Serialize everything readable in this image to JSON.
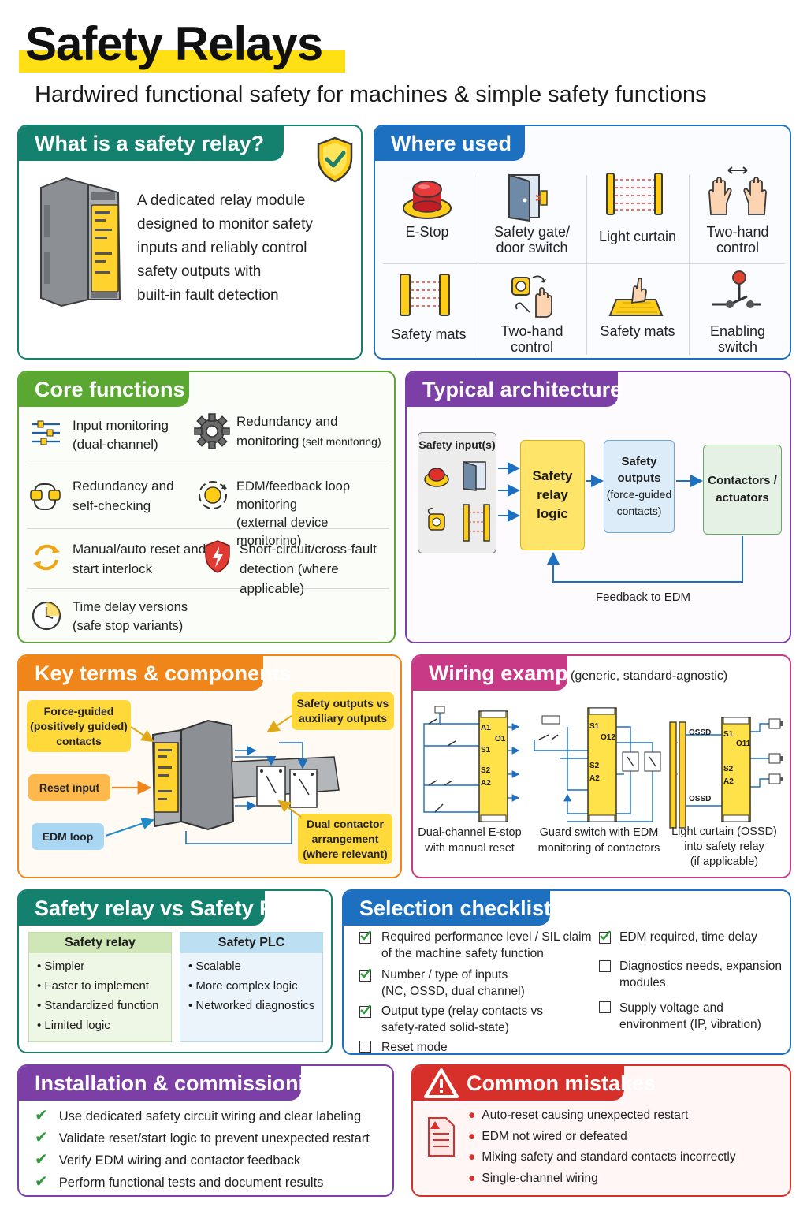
{
  "header": {
    "title": "Safety Relays",
    "subtitle": "Hardwired functional safety for machines & simple safety functions"
  },
  "what": {
    "title": "What is a safety relay?",
    "text": [
      "A dedicated relay module",
      "designed to monitor safety",
      "inputs and reliably control",
      "safety outputs with",
      "built-in fault detection"
    ]
  },
  "where": {
    "title": "Where used",
    "items": [
      "E-Stop",
      "Safety gate/",
      "door switch",
      "Light curtain",
      "Two-hand",
      "control",
      "Safety mats",
      "Two-hand",
      "control",
      "Safety mats",
      "Enabling",
      "switch"
    ]
  },
  "core": {
    "title": "Core functions",
    "items": [
      {
        "a": "Input monitoring",
        "b": "(dual-channel)"
      },
      {
        "a": "Redundancy and",
        "b": "monitoring",
        "c": " (self monitoring)"
      },
      {
        "a": "Redundancy and",
        "b": "self-checking"
      },
      {
        "a": "EDM/feedback loop monitoring",
        "b": "(external device monitoring)"
      },
      {
        "a": "Manual/auto reset and",
        "b": "start interlock"
      },
      {
        "a": "Short-circuit/cross-fault",
        "b": "detection (where applicable)"
      },
      {
        "a": "Time delay versions",
        "b": "(safe stop variants)"
      }
    ]
  },
  "arch": {
    "title": "Typical architecture",
    "inputs": "Safety input(s)",
    "logic": [
      "Safety",
      "relay",
      "logic"
    ],
    "outputs": [
      "Safety",
      "outputs",
      "(force-guided",
      "contacts)"
    ],
    "contactors": [
      "Contactors /",
      "actuators"
    ],
    "feedback": "Feedback to EDM"
  },
  "terms": {
    "title": "Key terms & components",
    "fg": [
      "Force-guided",
      "(positively guided)",
      "contacts"
    ],
    "reset": "Reset input",
    "edm": "EDM loop",
    "outputs": [
      "Safety outputs vs",
      "auxiliary outputs"
    ],
    "dual": [
      "Dual contactor",
      "arrangement",
      "(where relevant)"
    ]
  },
  "wiring": {
    "title": "Wiring examples",
    "note": "(generic, standard-agnostic)",
    "c1": [
      "Dual-channel E-stop",
      "with manual reset"
    ],
    "c2": [
      "Guard switch with EDM",
      "monitoring of contactors"
    ],
    "c3": [
      "Light curtain (OSSD)",
      "into safety relay",
      "(if applicable)"
    ],
    "terms1": [
      "A1",
      "S1",
      "S2",
      "A2",
      "O1"
    ],
    "terms2": [
      "S1",
      "S2",
      "A2",
      "O12"
    ],
    "terms3": [
      "S1",
      "S2",
      "A2",
      "O11"
    ],
    "ossd": "OSSD"
  },
  "vs": {
    "title": "Safety relay vs Safety PLC",
    "relay": {
      "head": "Safety relay",
      "items": [
        "Simpler",
        "Faster to implement",
        "Standardized function",
        "Limited logic"
      ]
    },
    "plc": {
      "head": "Safety PLC",
      "items": [
        "Scalable",
        "More complex logic",
        "Networked diagnostics"
      ]
    }
  },
  "check": {
    "title": "Selection checklist",
    "items": [
      {
        "l": [
          "Required performance level / SIL claim",
          "of the machine safety function"
        ],
        "c": true
      },
      {
        "l": [
          "Number / type of inputs",
          "(NC, OSSD, dual channel)"
        ],
        "c": true
      },
      {
        "l": [
          "Output type (relay contacts vs",
          "safety-rated solid-state)"
        ],
        "c": true
      },
      {
        "l": [
          "Reset mode"
        ],
        "c": false
      },
      {
        "l": [
          "EDM required, time delay"
        ],
        "c": true
      },
      {
        "l": [
          "Diagnostics needs, expansion",
          "modules"
        ],
        "c": false
      },
      {
        "l": [
          "Supply voltage and",
          "environment (IP, vibration)"
        ],
        "c": false
      }
    ]
  },
  "install": {
    "title": "Installation & commissioning tips",
    "items": [
      "Use dedicated safety circuit wiring and clear labeling",
      "Validate reset/start logic to prevent unexpected restart",
      "Verify EDM wiring and contactor feedback",
      "Perform functional tests and document results"
    ]
  },
  "mistakes": {
    "title": "Common mistakes",
    "items": [
      "Auto-reset causing unexpected restart",
      "EDM not wired or defeated",
      "Mixing safety and standard contacts incorrectly",
      "Single-channel wiring"
    ]
  },
  "colors": {
    "teal": "#14806e",
    "blue": "#1d6fc0",
    "green": "#5aa832",
    "purple": "#7b3fa6",
    "orange": "#f0861a",
    "magenta": "#c83a86",
    "red": "#d7302a",
    "yellow": "#ffd83a"
  }
}
